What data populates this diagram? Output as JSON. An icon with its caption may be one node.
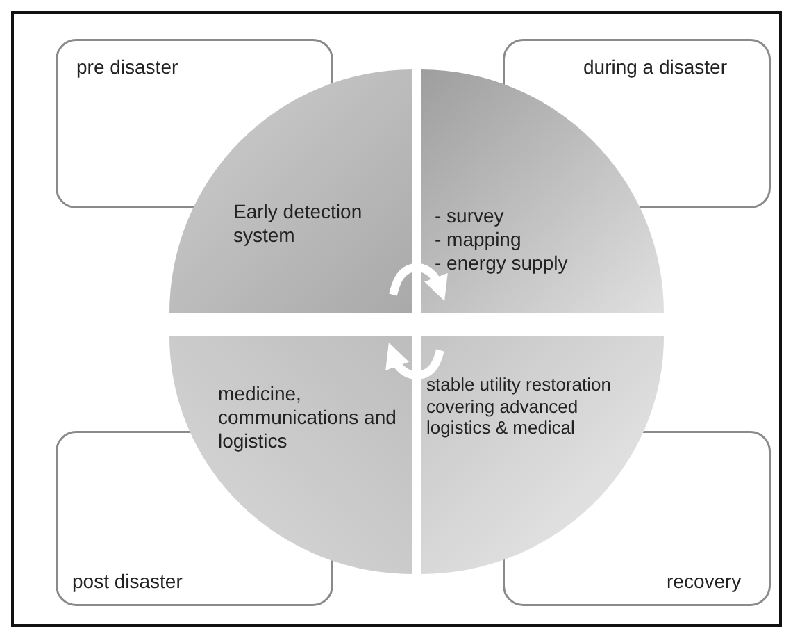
{
  "diagram": {
    "nodes": [
      {
        "text": [
          "pre disaster"
        ]
      },
      {
        "text": [
          "during a disaster"
        ]
      },
      {
        "text": [
          "Early detection system"
        ]
      },
      {
        "text": [
          "- survey",
          "- mapping",
          "- energy supply"
        ]
      },
      {
        "text": [
          "medicine, communications and logistics"
        ]
      },
      {
        "text": [
          "stable utility restoration covering advanced logistics & medical"
        ]
      },
      {
        "text": [
          "post disaster"
        ]
      },
      {
        "text": [
          "recovery"
        ]
      }
    ],
    "edges": [
      {
        "from": 2,
        "to": 3,
        "arrow": "to",
        "color": "#ffffff"
      },
      {
        "from": 5,
        "to": 4,
        "arrow": "to",
        "color": "#ffffff"
      }
    ]
  }
}
